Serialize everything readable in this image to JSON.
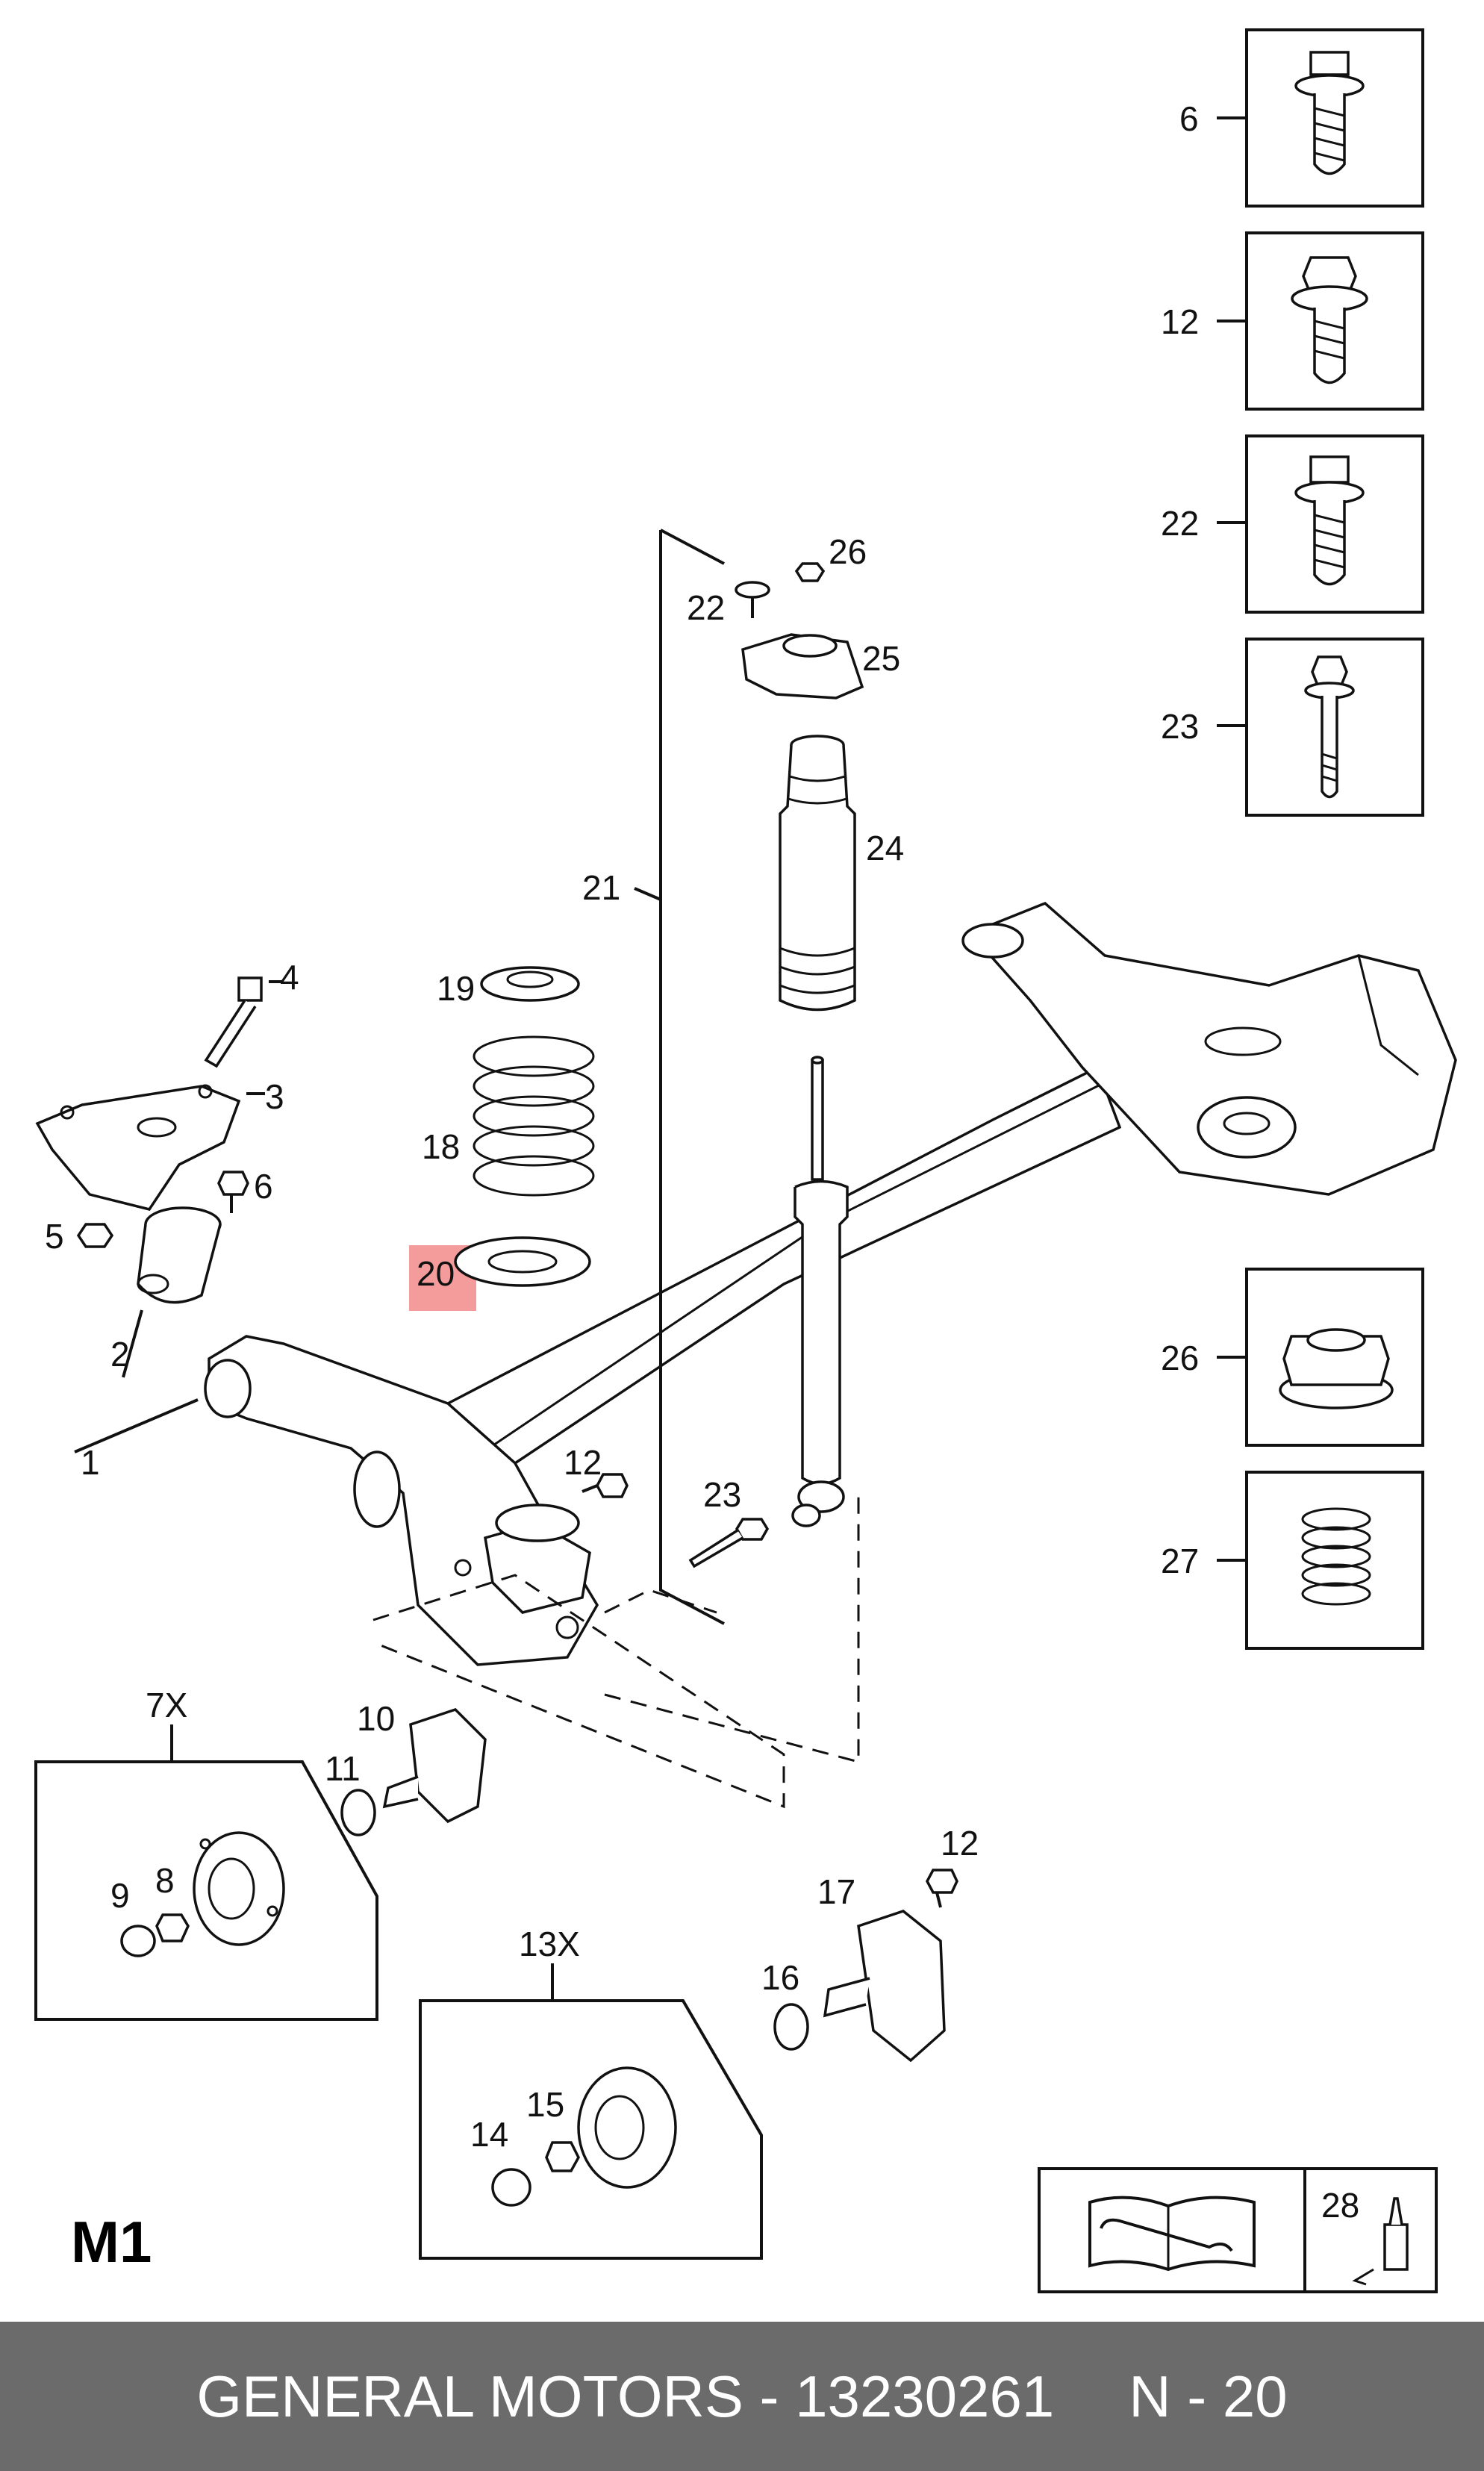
{
  "diagram": {
    "section_code": "M1",
    "highlighted_callout": "20",
    "highlight_color": "#f28b8b",
    "callouts": [
      "1",
      "2",
      "3",
      "4",
      "5",
      "6",
      "7X",
      "8",
      "9",
      "10",
      "11",
      "12",
      "13X",
      "14",
      "15",
      "16",
      "17",
      "18",
      "19",
      "20",
      "21",
      "22",
      "23",
      "24",
      "25",
      "26",
      "27",
      "28"
    ],
    "detail_boxes": [
      "6",
      "12",
      "22",
      "23",
      "26",
      "27"
    ]
  },
  "footer": {
    "background": "#6b6b6b",
    "text_color": "#ffffff",
    "maker_part": "GENERAL MOTORS - 13230261",
    "page_ref": "N - 20"
  }
}
